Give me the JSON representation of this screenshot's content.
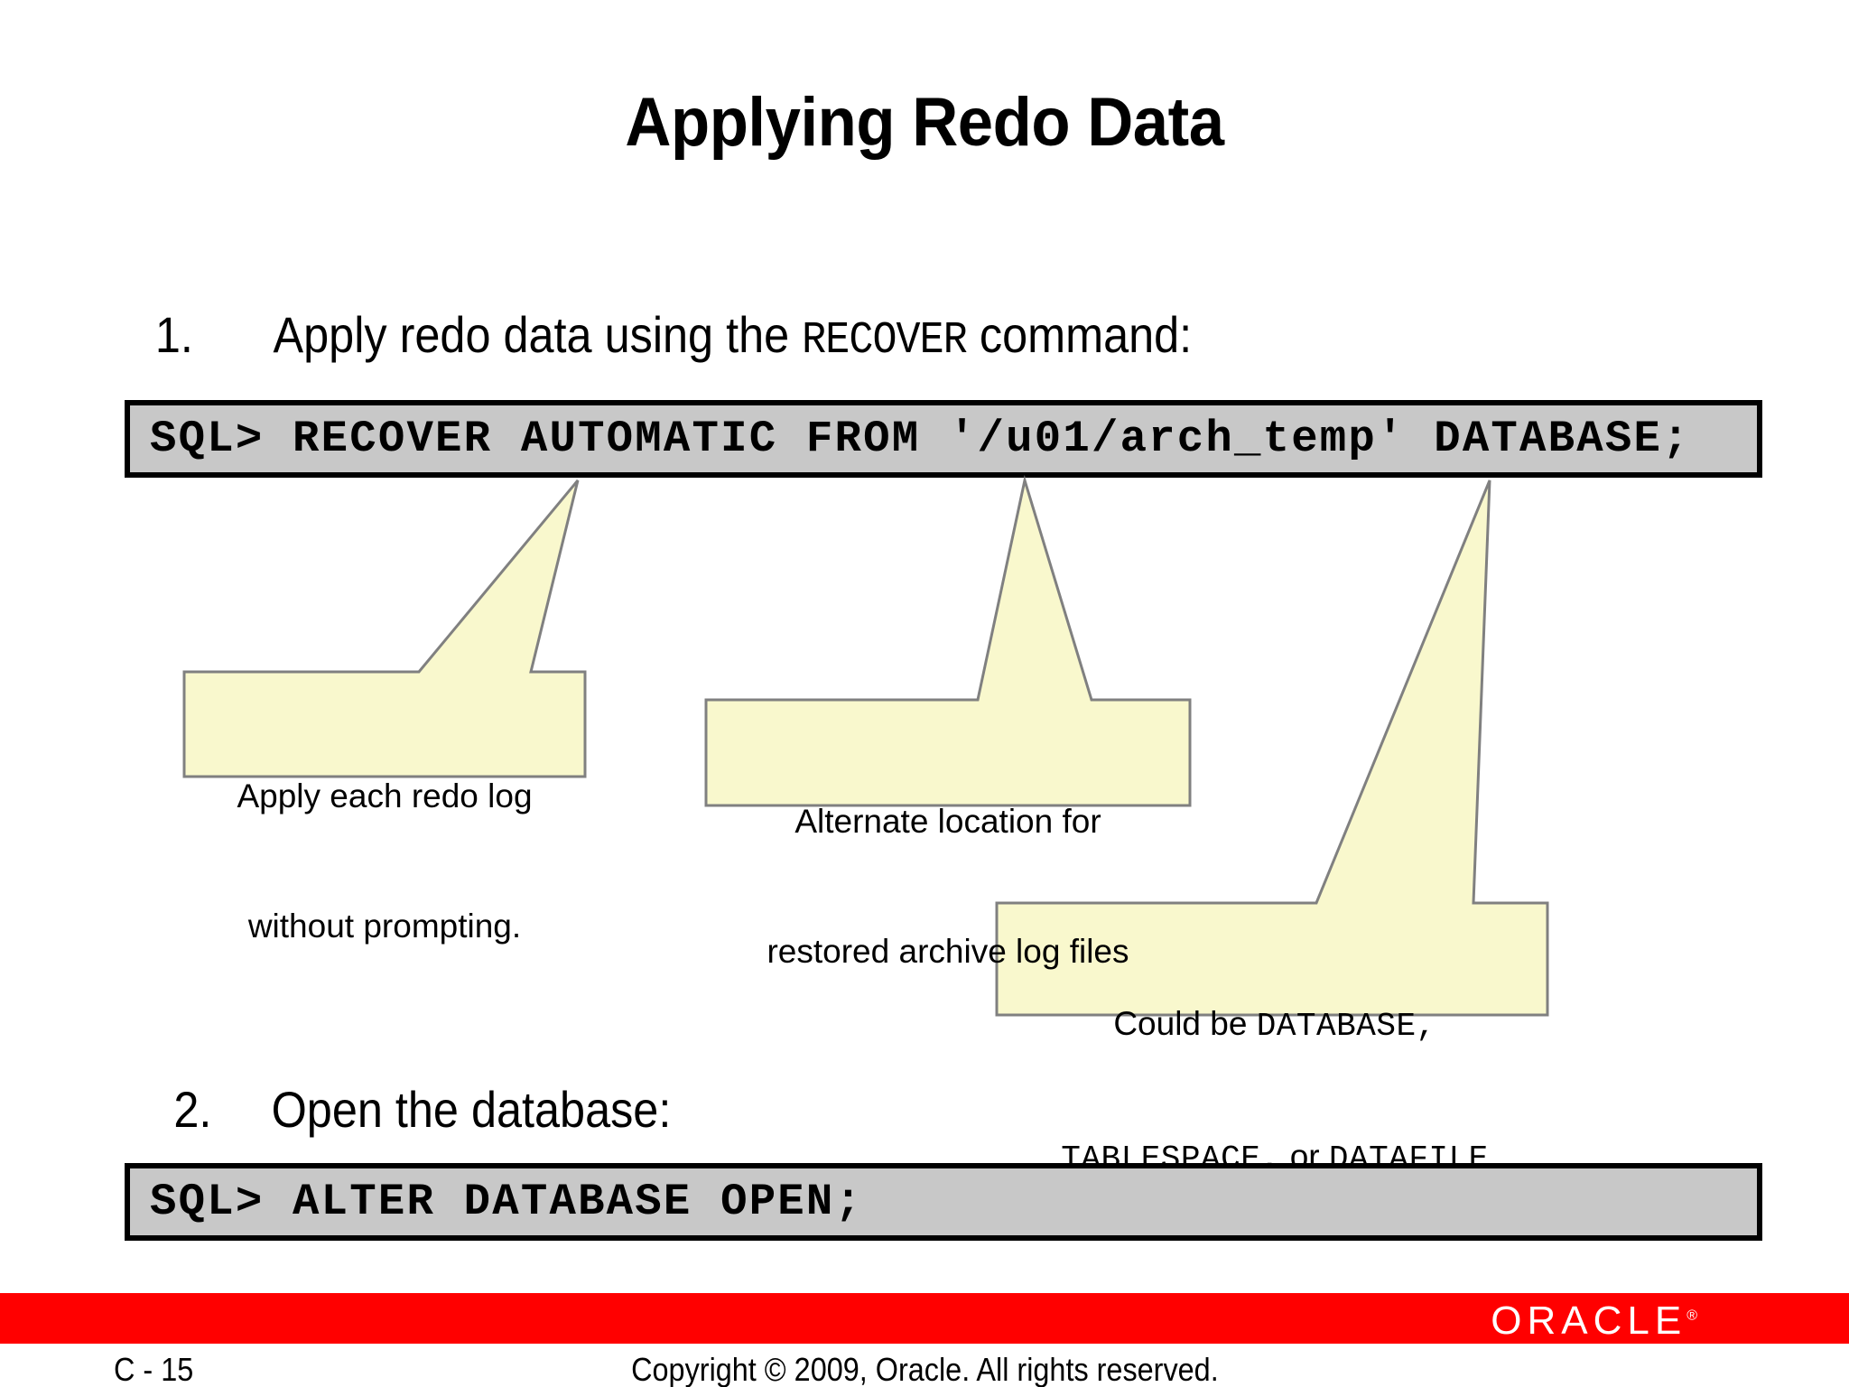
{
  "slide": {
    "title": "Applying Redo Data",
    "page_number": "C - 15",
    "copyright": "Copyright © 2009, Oracle. All rights reserved.",
    "logo_text": "ORACLE",
    "logo_tm": "®",
    "brand_color": "#ff0000",
    "code_box_bg": "#c8c8c8",
    "callout_bg": "#f9f8cd",
    "callout_border": "#808080"
  },
  "steps": [
    {
      "number": "1.",
      "text_before": "Apply redo data using the ",
      "keyword": "RECOVER",
      "text_after": " command:"
    },
    {
      "number": "2.",
      "text_before": "Open the database:",
      "keyword": "",
      "text_after": ""
    }
  ],
  "code_boxes": [
    {
      "command": "SQL> RECOVER AUTOMATIC FROM '/u01/arch_temp' DATABASE;"
    },
    {
      "command": "SQL> ALTER DATABASE OPEN;"
    }
  ],
  "callouts": [
    {
      "id": "callout-automatic",
      "line1": "Apply each redo log",
      "line2": "without prompting.",
      "target": "AUTOMATIC"
    },
    {
      "id": "callout-alternate-location",
      "line1": "Alternate location for",
      "line2": "restored archive log files",
      "target": "'/u01/arch_temp'"
    },
    {
      "id": "callout-object-type",
      "line1_pre": "Could be ",
      "line1_mono": "DATABASE,",
      "line2_mono_a": "TABLESPACE,",
      "line2_mid": " or ",
      "line2_mono_b": "DATAFILE",
      "target": "DATABASE;"
    }
  ]
}
